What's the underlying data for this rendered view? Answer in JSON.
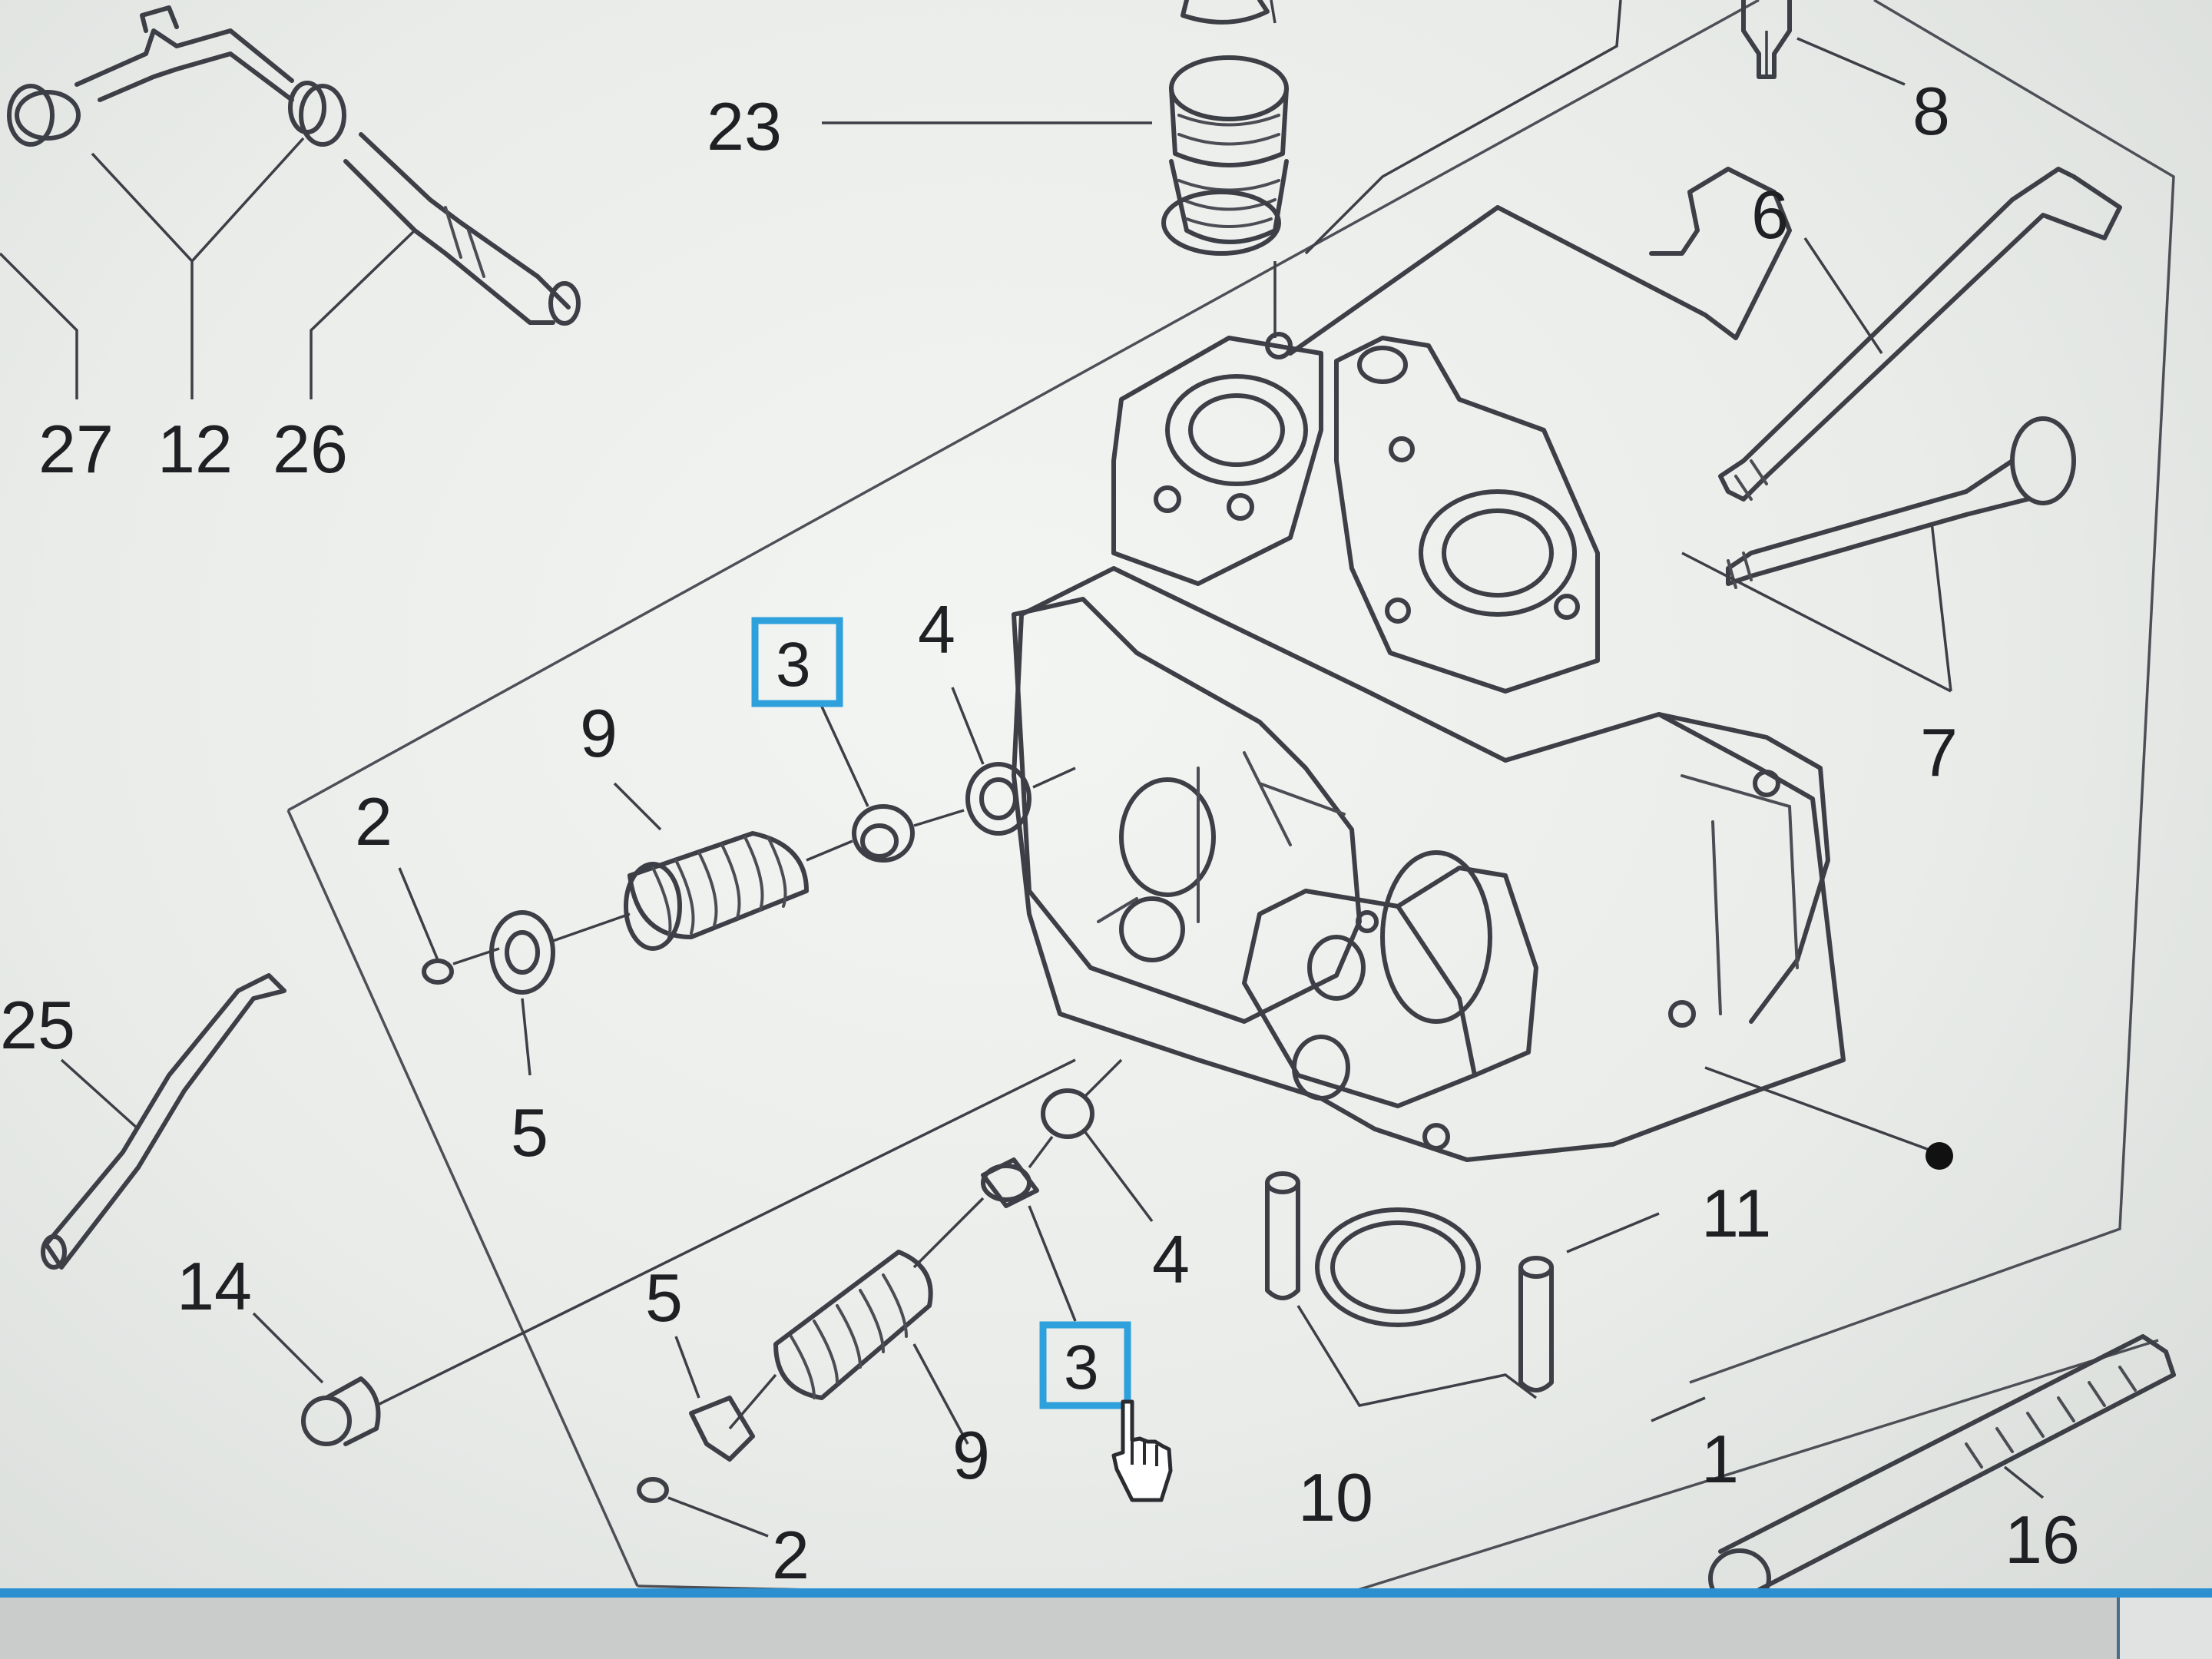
{
  "diagram": {
    "labels": {
      "l27": "27",
      "l12": "12",
      "l26": "26",
      "l23": "23",
      "l8": "8",
      "l6": "6",
      "l7": "7",
      "l4a": "4",
      "l4b": "4",
      "l9a": "9",
      "l9b": "9",
      "l2a": "2",
      "l2b": "2",
      "l5a": "5",
      "l5b": "5",
      "l25": "25",
      "l14": "14",
      "l11": "11",
      "l10": "10",
      "l1": "1",
      "l16": "16"
    },
    "highlighted": {
      "a": "3",
      "b": "3"
    }
  },
  "colors": {
    "highlight": "#2ea0dc",
    "accent_bar": "#2b8fd0",
    "ink": "#1e2024"
  },
  "icons": {
    "cursor": "hand-pointer-icon"
  }
}
